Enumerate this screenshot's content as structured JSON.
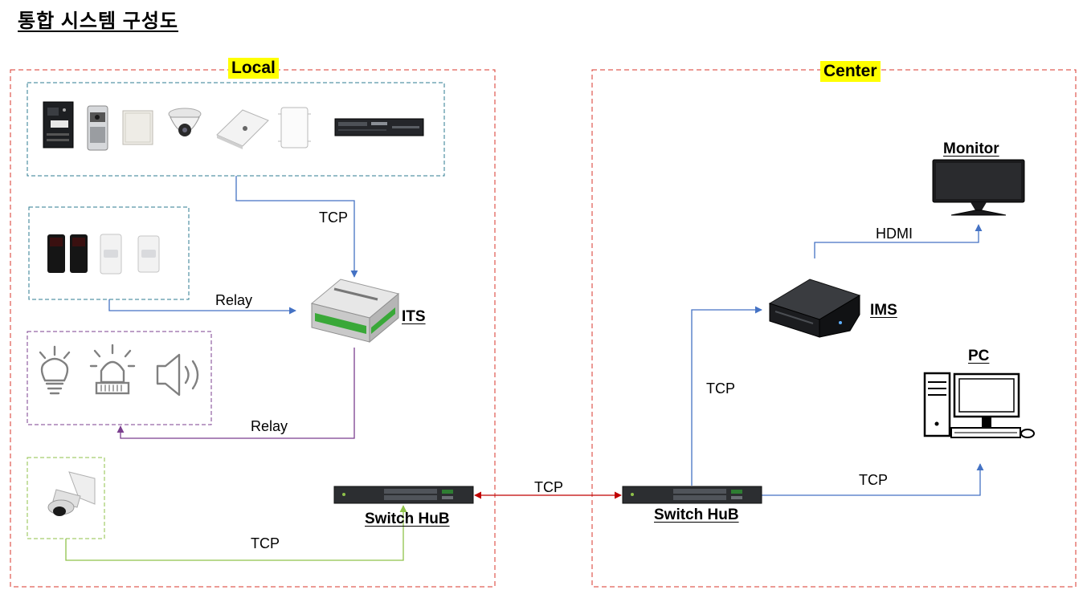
{
  "title": "통합 시스템 구성도",
  "regions": {
    "local": "Local",
    "center": "Center"
  },
  "nodes": {
    "its": "ITS",
    "ims": "IMS",
    "monitor": "Monitor",
    "pc": "PC",
    "switch_local": "Switch HuB",
    "switch_center": "Switch HuB"
  },
  "connections": {
    "devices_to_its": "TCP",
    "sensors_to_its": "Relay",
    "its_to_alarms": "Relay",
    "camera_to_switch": "TCP",
    "switch_to_switch": "TCP",
    "switch_to_ims": "TCP",
    "switch_to_pc": "TCP",
    "ims_to_monitor": "HDMI"
  },
  "colors": {
    "region_border": "#d9342b",
    "group_devices": "#2e7b91",
    "group_alarms": "#7b3f8f",
    "group_camera": "#8fc24a",
    "link_blue": "#4472c4",
    "link_purple": "#7b3f8f",
    "link_green": "#8fc24a",
    "link_red": "#c00000",
    "highlight": "#ffff00"
  },
  "icons": [
    "access-controller-icon",
    "card-reader-icon",
    "rfid-reader-icon",
    "dome-camera-icon",
    "ceiling-sensor-icon",
    "antenna-panel-icon",
    "rack-unit-icon",
    "beam-sensor-icon",
    "pir-sensor-icon",
    "light-bulb-icon",
    "siren-icon",
    "speaker-icon",
    "ptz-camera-icon",
    "its-controller-icon",
    "server-icon",
    "monitor-icon",
    "desktop-pc-icon",
    "network-switch-icon"
  ]
}
